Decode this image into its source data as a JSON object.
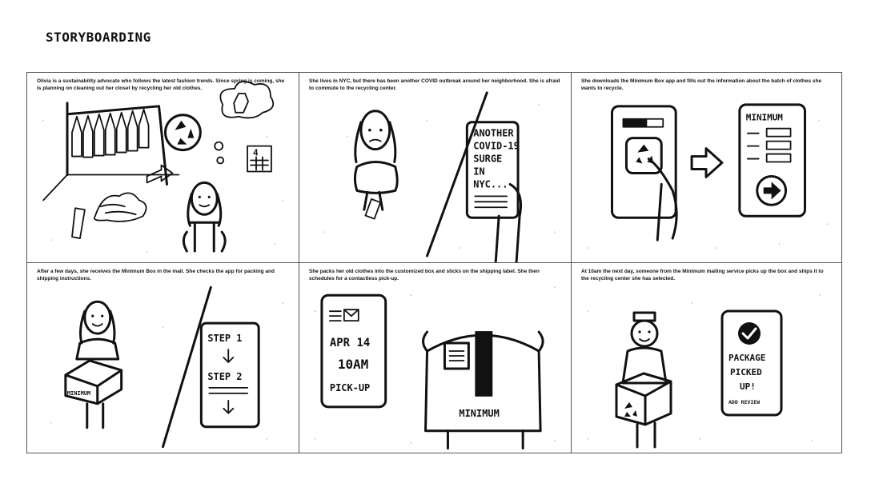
{
  "page": {
    "title": "STORYBOARDING"
  },
  "panels": [
    {
      "caption": "Olivia is a sustainability advocate who follows the latest fashion trends. Since spring is coming, she is planning on cleaning out her closet by recycling her old clothes.",
      "calendar_number": "4"
    },
    {
      "caption": "She lives in NYC, but there has been another COVID outbreak around her neighborhood. She is afraid to commute to the recycling center.",
      "phone_text": [
        "ANOTHER",
        "COVID-19",
        "SURGE",
        "IN",
        "NYC..."
      ]
    },
    {
      "caption": "She downloads the Minimum Box app and fills out the information about the batch of clothes she wants to recycle.",
      "app_header": "MINIMUM"
    },
    {
      "caption": "After a few days, she receives the Minimum Box in the mail. She checks the app for packing and shipping instructions.",
      "box_label": "MINIMUM",
      "phone_text": [
        "STEP 1",
        "STEP 2"
      ]
    },
    {
      "caption": "She packs her old clothes into the customized box and sticks on the shipping label. She then schedules for a contactless pick-up.",
      "phone_text": [
        "APR 14",
        "10AM",
        "PICK-UP"
      ],
      "box_label": "MINIMUM"
    },
    {
      "caption": "At 10am the next day, someone from the Minimum mailing service picks up the box and ships it to the recycling center she has selected.",
      "phone_text": [
        "PACKAGE",
        "PICKED",
        "UP!",
        "ADD REVIEW"
      ]
    }
  ]
}
